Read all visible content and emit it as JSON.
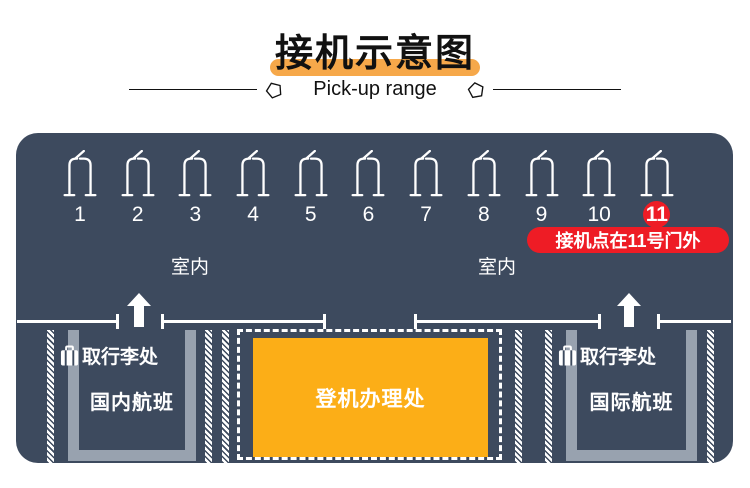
{
  "colors": {
    "panel": "#3d4a5e",
    "red": "#ee1c25",
    "amber": "#fcae17",
    "highlight": "#f6a84a",
    "gray": "#98a2af"
  },
  "header": {
    "title": "接机示意图",
    "subtitle": "Pick-up range"
  },
  "terminal": {
    "gates": [
      "1",
      "2",
      "3",
      "4",
      "5",
      "6",
      "7",
      "8",
      "9",
      "10",
      "11"
    ],
    "highlighted_gate": "11",
    "indoor_left": "室内",
    "indoor_right": "室内",
    "pickup_badge": "接机点在11号门外",
    "baggage_claim_left": "取行李处",
    "baggage_claim_right": "取行李处",
    "domestic_flights": "国内航班",
    "international_flights": "国际航班",
    "checkin_area": "登机办理处"
  }
}
